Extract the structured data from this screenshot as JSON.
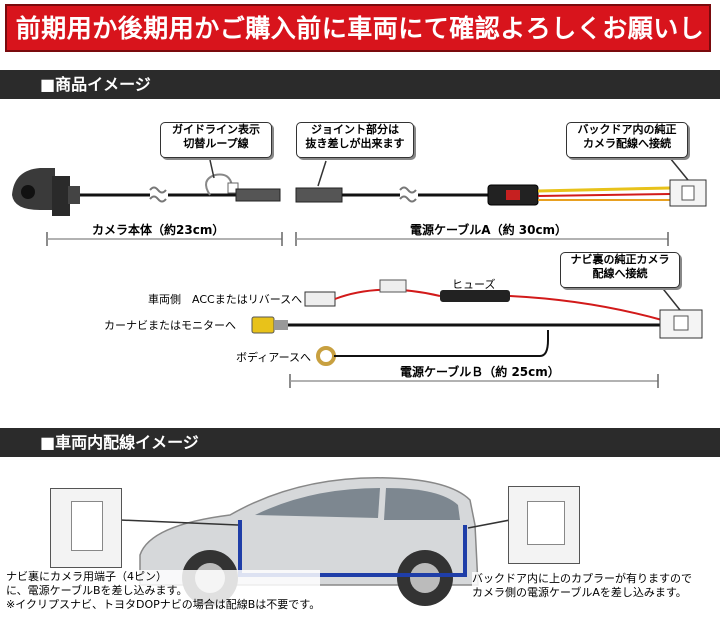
{
  "banner": {
    "text": "前期用か後期用かご購入前に車両にて確認よろしくお願いします"
  },
  "section1": {
    "title": "■商品イメージ"
  },
  "section2": {
    "title": "■車両内配線イメージ"
  },
  "bubbles": {
    "guide": [
      "ガイドライン表示",
      "切替ループ線"
    ],
    "joint": [
      "ジョイント部分は",
      "抜き差しが出来ます"
    ],
    "back_door": [
      "バックドア内の純正",
      "カメラ配線へ接続"
    ],
    "navi": [
      "ナビ裏の純正カメラ",
      "配線へ接続"
    ]
  },
  "labels": {
    "camera_body": "カメラ本体（約23cm）",
    "cable_a": "電源ケーブルA（約 30cm）",
    "fuse": "ヒューズ",
    "vehicle_side": "車両側　ACCまたはリバースへ",
    "car_navi": "カーナビまたはモニターへ",
    "body_earth": "ボディアースへ",
    "cable_b": "電源ケーブルＢ（約 25cm）"
  },
  "notes": {
    "left": [
      "ナビ裏にカメラ用端子（4ピン）",
      "に、電源ケーブルBを差し込みます。",
      "※イクリプスナビ、トヨタDOPナビの場合は配線Bは不要です。"
    ],
    "right": [
      "バックドア内に上のカプラーが有りますので",
      "カメラ側の電源ケーブルAを差し込みます。"
    ]
  },
  "colors": {
    "banner_red": "#d8141c",
    "section_bar": "#2b2b2b",
    "harness_blue": "#1f3ea8",
    "wire_red": "#d21a1a",
    "wire_yellow": "#e8c21a"
  }
}
